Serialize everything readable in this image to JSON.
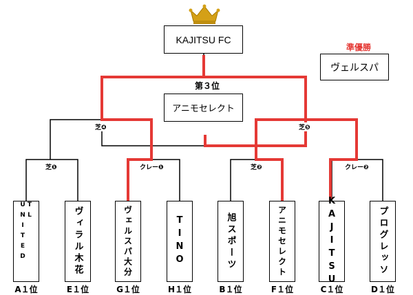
{
  "champion": {
    "name": "KAJITSU FC"
  },
  "runner_up": {
    "label": "準優勝",
    "name": "ヴェルスパ"
  },
  "third_place": {
    "label": "第３位",
    "name": "アニモセレクト"
  },
  "semifinal_labels": {
    "left": "芝❹",
    "right": "芝❺"
  },
  "quarterfinal_labels": [
    "芝❶",
    "クレー❶",
    "芝❷",
    "クレー❷"
  ],
  "teams": [
    {
      "name": "TL UNITED",
      "seed": "A１位"
    },
    {
      "name": "ヴィラル木花",
      "seed": "E１位"
    },
    {
      "name": "ヴェルスパ大分",
      "seed": "G１位"
    },
    {
      "name": "TINO",
      "seed": "H１位"
    },
    {
      "name": "旭スポーツ",
      "seed": "B１位"
    },
    {
      "name": "アニモセレクト",
      "seed": "F１位"
    },
    {
      "name": "KAJITSU",
      "seed": "C１位"
    },
    {
      "name": "プログレッソ",
      "seed": "D１位"
    }
  ],
  "colors": {
    "winner_path": "#e53935",
    "line": "#000000",
    "crown": "#d4a017"
  }
}
